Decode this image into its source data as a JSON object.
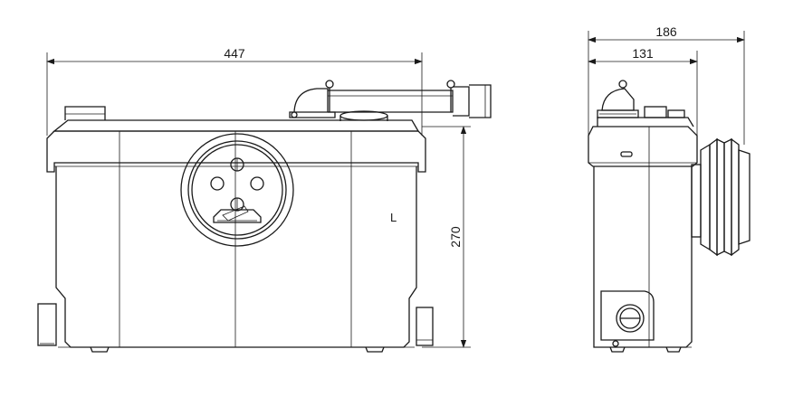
{
  "dimensions": {
    "front_width": "447",
    "height": "270",
    "side_depth_total": "186",
    "side_depth_body": "131"
  },
  "marks": {
    "corner_symbol": "L"
  },
  "colors": {
    "line": "#1a1a1a",
    "background": "#ffffff"
  }
}
